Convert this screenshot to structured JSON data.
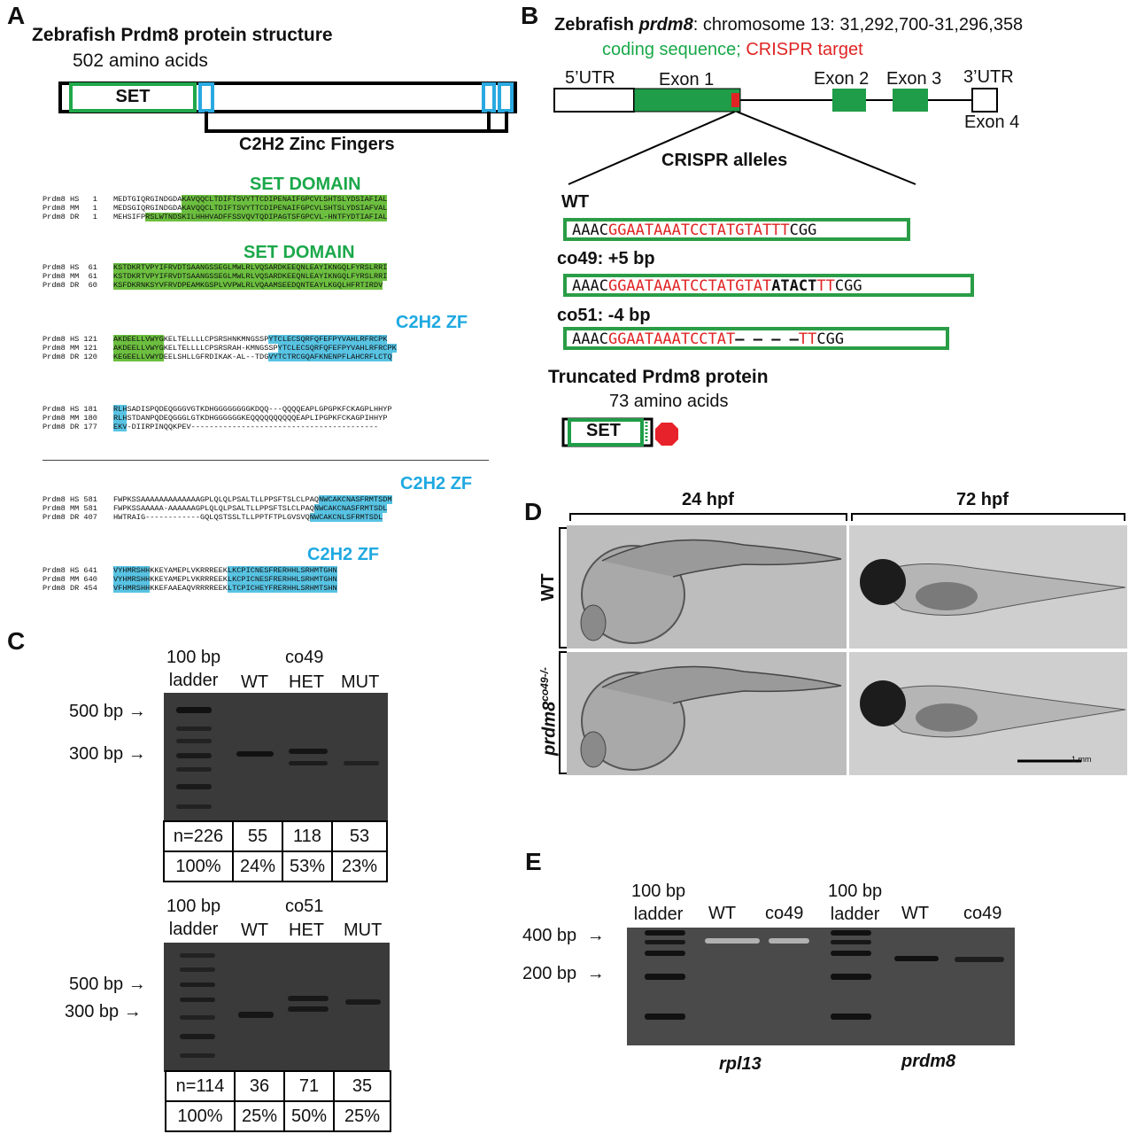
{
  "panel_a": {
    "letter": "A",
    "title": "Zebrafish Prdm8 protein structure",
    "length": "502 amino acids",
    "set_label": "SET",
    "zf_label": "C2H2 Zinc Fingers",
    "section_titles": [
      "SET DOMAIN",
      "SET DOMAIN",
      "C2H2 ZF",
      "C2H2 ZF",
      "C2H2 ZF"
    ],
    "alignment_blocks": [
      {
        "rows": [
          {
            "label": "Prdm8 HS   1",
            "pre": "MEDTGIQRGINDGDA",
            "hl": "KAVQQCLTDIFTSVYTTCDIPENAIFGPCVLSHTSLYDSIAFIAL",
            "post": "",
            "color": "g"
          },
          {
            "label": "Prdm8 MM   1",
            "pre": "MEDSGIQRGINDGDA",
            "hl": "KAVQQCLTDIFTSVYTTCDIPENAIFGPCVLSHTSLYDSIAFVAL",
            "post": "",
            "color": "g"
          },
          {
            "label": "Prdm8 DR   1",
            "pre": "MEHSIFP",
            "hl": "RSLWTNDSKILHHHVADFFSSVQVTQDIPAGTSFGPCVL-HNTFYDTIAFIAL",
            "post": "",
            "color": "g"
          }
        ]
      },
      {
        "rows": [
          {
            "label": "Prdm8 HS  61",
            "pre": "",
            "hl": "KSTDKRTVPYIFRVDTSAANGSSEGLMWLRLVQSARDKEEQNLEAYIKNGQLFYRSLRRI",
            "post": "",
            "color": "g"
          },
          {
            "label": "Prdm8 MM  61",
            "pre": "",
            "hl": "KSTDKRTVPYIFRVDTSAANGSSEGLMWLRLVQSARDKEEQNLEAYIKNGQLFYRSLRRI",
            "post": "",
            "color": "g"
          },
          {
            "label": "Prdm8 DR  60",
            "pre": "",
            "hl": "KSFDKRNKSYVFRVDPEAMKGSPLVVPWLRLVQAAMSEEDQNTEAYLKGQLHFRTIRDV",
            "post": "",
            "color": "g"
          }
        ]
      },
      {
        "rows": [
          {
            "label": "Prdm8 HS 121",
            "pre": "",
            "hl": "AKDEELLVWYG",
            "mid": "KELTELLLLCPSRSHNKMNGSSP",
            "hl2": "YTCLECSQRFQFEFPYVAHLRFRCPK"
          },
          {
            "label": "Prdm8 MM 121",
            "pre": "",
            "hl": "AKDEELLVWYG",
            "mid": "KELTELLLLCPSRSRAH-KMNGSSP",
            "hl2": "YTCLECSQRFQFEFPYVAHLRFRCPK"
          },
          {
            "label": "Prdm8 DR 120",
            "pre": "",
            "hl": "KEGEELLVWYD",
            "mid": "EELSHLLGFRDIKAK-AL--TDG",
            "hl2": "VYTCTRCGQAFKNENPFLAHCRFLCTQ"
          }
        ]
      },
      {
        "rows": [
          {
            "label": "Prdm8 HS 181",
            "pre": "",
            "hl": "RLH",
            "post": "SADISPQDEQGGGVGTKDHGGGGGGGGKDQQ---QQQQEAPLGPGPKFCKAGPLHHYP",
            "color": "b"
          },
          {
            "label": "Prdm8 MM 180",
            "pre": "",
            "hl": "RLH",
            "post": "STDANPQDEQGGGLGTKDHGGGGGGKEQQQQQQQQQQEAPLIPGPKFCKAGPIHHYP",
            "color": "b"
          },
          {
            "label": "Prdm8 DR 177",
            "pre": "",
            "hl": "EKV",
            "post": "-DIIRPINQQKPEV-----------------------------------------",
            "color": "b"
          }
        ]
      },
      {
        "rows": [
          {
            "label": "Prdm8 HS 581",
            "pre": "FWPKSSAAAAAAAAAAAAAGPLQLQLPSALTLLPPSFTSLCLPAQ",
            "hl": "NWCAKCNASFRMTSDM",
            "post": "",
            "color": "b"
          },
          {
            "label": "Prdm8 MM 581",
            "pre": "FWPKSSAAAAA-AAAAAAGPLQLQLPSALTLLPPSFTSLCLPAQ",
            "hl": "NWCAKCNASFRMTSDL",
            "post": "",
            "color": "b"
          },
          {
            "label": "Prdm8 DR 407",
            "pre": "HWTRAIG------------GQLQSTSSLTLLPPTFTPLGVSVQ",
            "hl": "NWCAKCNLSFRMTSDL",
            "post": "",
            "color": "b"
          }
        ]
      },
      {
        "rows": [
          {
            "label": "Prdm8 HS 641",
            "pre": "",
            "hl": "VYHMRSHH",
            "post": "KKEYAMEPLVKRRREEK",
            "hl2": "LKCPICNESFRERHHLSRHMTGHN",
            "color": "b"
          },
          {
            "label": "Prdm8 MM 640",
            "pre": "",
            "hl": "VYHMRSHH",
            "post": "KKEYAMEPLVKRRREEK",
            "hl2": "LKCPICNESFRERHHLSRHMTGHN",
            "color": "b"
          },
          {
            "label": "Prdm8 DR 454",
            "pre": "",
            "hl": "VFHMRSHH",
            "post": "KKEFAAEAQVRRRREEK",
            "hl2": "LTCPICHEYFRERHHLSRHMTSHN",
            "color": "b"
          }
        ]
      }
    ]
  },
  "panel_b": {
    "letter": "B",
    "title_bold": "Zebrafish ",
    "title_italic": "prdm8",
    "title_rest": ": chromosome 13: 31,292,700-31,296,358",
    "legend_green": "coding sequence;",
    "legend_red": " CRISPR target",
    "utr5": "5’UTR",
    "exon1": "Exon 1",
    "exon2": "Exon 2",
    "exon3": "Exon 3",
    "utr3": "3’UTR",
    "exon4": "Exon 4",
    "crispr_title": "CRISPR alleles",
    "alleles": [
      {
        "name": "WT",
        "seq": [
          {
            "t": "AAAC",
            "c": "k"
          },
          {
            "t": "GGAATAAATCCTATGTATTT",
            "c": "r"
          },
          {
            "t": "CGG",
            "c": "k"
          }
        ]
      },
      {
        "name": "co49: +5 bp",
        "seq": [
          {
            "t": "AAAC",
            "c": "k"
          },
          {
            "t": "GGAATAAATCCTATGTAT",
            "c": "r"
          },
          {
            "t": "ATACT",
            "c": "b"
          },
          {
            "t": "TT",
            "c": "r"
          },
          {
            "t": "CGG",
            "c": "k"
          }
        ]
      },
      {
        "name": "co51: -4 bp",
        "seq": [
          {
            "t": "AAAC",
            "c": "k"
          },
          {
            "t": "GGAATAAATCCTAT",
            "c": "r"
          },
          {
            "t": "– – – –",
            "c": "b"
          },
          {
            "t": "TT",
            "c": "r"
          },
          {
            "t": "CGG",
            "c": "k"
          }
        ]
      }
    ],
    "truncated_title": "Truncated Prdm8 protein",
    "truncated_length": "73 amino acids",
    "set_label": "SET",
    "colors": {
      "green": "#1f9d48",
      "red": "#e02424",
      "stop": "#e8222b"
    }
  },
  "panel_c": {
    "letter": "C",
    "gel1": {
      "ladder": [
        "100 bp",
        "ladder"
      ],
      "lanes": [
        "WT",
        "co49\nHET",
        "MUT"
      ],
      "lane_top": [
        "",
        "co49",
        ""
      ],
      "lane_bottom": [
        "WT",
        "HET",
        "MUT"
      ],
      "markers": [
        "500 bp",
        "300 bp"
      ],
      "counts": [
        "n=226",
        "55",
        "118",
        "53"
      ],
      "percents": [
        "100%",
        "24%",
        "53%",
        "23%"
      ]
    },
    "gel2": {
      "ladder": [
        "100 bp",
        "ladder"
      ],
      "lane_top": [
        "",
        "co51",
        ""
      ],
      "lane_bottom": [
        "WT",
        "HET",
        "MUT"
      ],
      "markers": [
        "500 bp",
        "300 bp"
      ],
      "counts": [
        "n=114",
        "36",
        "71",
        "35"
      ],
      "percents": [
        "100%",
        "25%",
        "50%",
        "25%"
      ]
    }
  },
  "panel_d": {
    "letter": "D",
    "col1": "24 hpf",
    "col2": "72 hpf",
    "row1": "WT",
    "row2_main": "prdm8",
    "row2_sup": "co49-/-",
    "scale": "1 mm"
  },
  "panel_e": {
    "letter": "E",
    "ladder1": [
      "100 bp",
      "ladder"
    ],
    "ladder2": [
      "100 bp",
      "ladder"
    ],
    "lanes": [
      "WT",
      "co49",
      "WT",
      "co49"
    ],
    "markers": [
      "400 bp",
      "200 bp"
    ],
    "gene1": "rpl13",
    "gene2": "prdm8"
  }
}
